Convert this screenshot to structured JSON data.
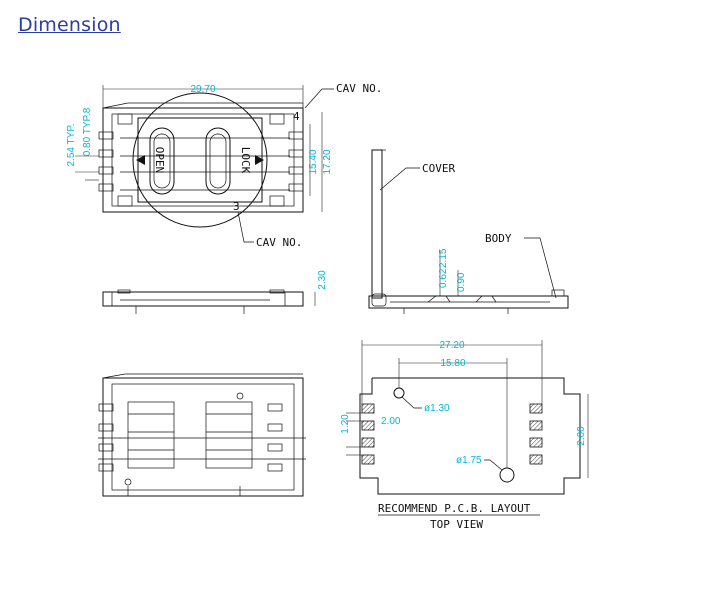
{
  "heading": "Dimension",
  "top_view": {
    "width_dim": "29.70",
    "pitch_dim": "2.54 TYP.",
    "pad_dim": "0.80 TYP.8",
    "inner_dim": "15.40",
    "outer_dim": "17.20",
    "label_open": "OPEN",
    "label_lock": "LOCK",
    "cav_top": "CAV NO.",
    "cav_bottom": "CAV NO.",
    "cav_num_top": "4",
    "cav_num_bottom": "3"
  },
  "front_view": {
    "height_dim": "2.30"
  },
  "side_view": {
    "cover": "COVER",
    "body": "BODY",
    "dim_a": "0.62",
    "dim_b": "2.15",
    "dim_c": "0.90"
  },
  "pcb_layout": {
    "width_dim": "27.20",
    "hole_spacing": "15.80",
    "hole_small": "ø1.30",
    "hole_large": "ø1.75",
    "pitch_left": "2.00",
    "height_left": "1.20",
    "pitch_right": "2.00",
    "caption": "RECOMMEND P.C.B. LAYOUT",
    "subcaption": "TOP VIEW"
  }
}
